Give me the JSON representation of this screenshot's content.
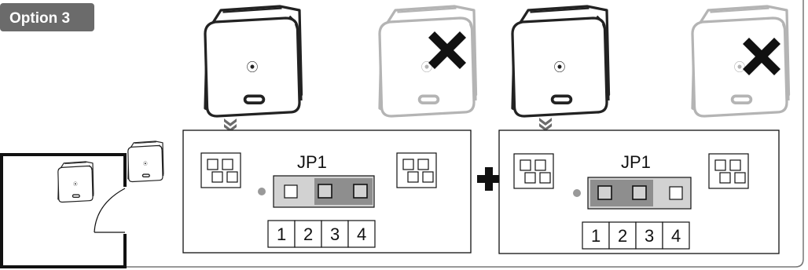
{
  "option_badge": {
    "label": "Option 3"
  },
  "colors": {
    "badge_bg": "#6b6b6b",
    "device_dark": "#222222",
    "device_faded": "#b4b4b4",
    "jumper_light": "#d2d2d2",
    "jumper_dark": "#8e8e8e",
    "cross": "#111111"
  },
  "panels": [
    {
      "jumper_label": "JP1",
      "pin_numbers": [
        "1",
        "2",
        "3",
        "4"
      ],
      "shorted_pins": "2-3",
      "kept_device": "left",
      "rejected_device": "right"
    },
    {
      "jumper_label": "JP1",
      "pin_numbers": [
        "1",
        "2",
        "3",
        "4"
      ],
      "shorted_pins": "1-2",
      "kept_device": "left",
      "rejected_device": "right"
    }
  ],
  "icons": {
    "plus": "plus-icon",
    "cross": "cross-icon",
    "arrow": "double-chevron-down-icon",
    "device": "reader-device-icon",
    "room": "room-door-icon"
  }
}
